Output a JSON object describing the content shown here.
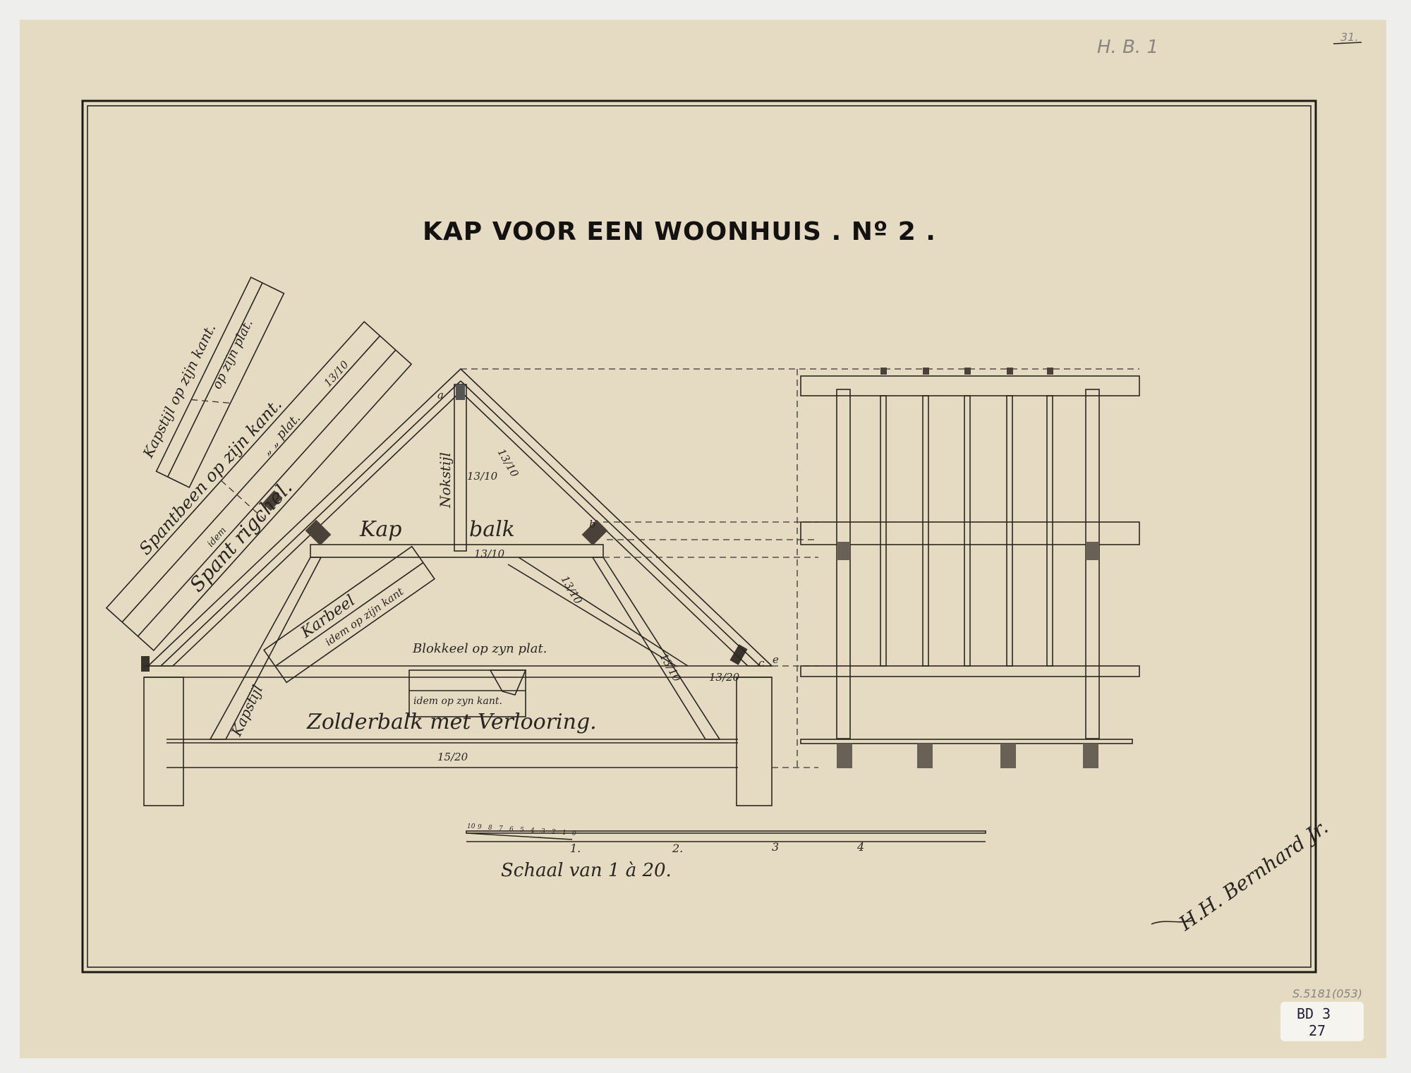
{
  "title": "KAP VOOR EEN WOONHUIS . Nº 2 .",
  "pencil_marks": {
    "top_initials": "H. B. 1",
    "sheet_number": "31.",
    "archive_ref": "S.5181(053)"
  },
  "archive_label": {
    "line1": "BD 3",
    "line2": "27"
  },
  "labels": {
    "kapstijl_kant": "Kapstijl op zijn kant.",
    "kapstijl_plat": "op zijn plat.",
    "spantbeen_kant": "Spantbeen op zijn kant.",
    "spantbeen_plat": "„ „ plat.",
    "idem": "idem",
    "spant_rigchel": "Spant rigchel.",
    "kap": "Kap",
    "balk": "balk",
    "nokstijl": "Nokstijl",
    "karbeel": "Karbeel",
    "karbeel_kant": "idem op zijn kant",
    "kapstijl": "Kapstijl",
    "blokkeel": "Blokkeel op zyn plat.",
    "blokkeel_kant": "idem op zyn kant.",
    "zolderbalk": "Zolderbalk met Verlooring.",
    "point_a": "a",
    "point_b": "b",
    "point_c": "c",
    "point_e": "e"
  },
  "dimensions": {
    "spantbeen": "13/10",
    "rafter_right": "13/10",
    "nokstijl": "13/10",
    "kapbalk": "13/10",
    "strut_right": "13/10",
    "kapstijl_right": "13/10",
    "muurplaat": "13/20",
    "zolderbalk": "15/20"
  },
  "scale": {
    "caption": "Schaal van 1 à 20.",
    "small_ticks": [
      "10",
      "9",
      "8",
      "7",
      "6",
      "5",
      "4",
      "3",
      "2",
      "1",
      "0"
    ],
    "major_ticks": [
      "1.",
      "2.",
      "3",
      "4"
    ]
  },
  "signature": "H.H. Bernhard Jr.",
  "colors": {
    "paper": "#e5dbc3",
    "ink": "#2a2520",
    "background": "#eeeeec"
  }
}
